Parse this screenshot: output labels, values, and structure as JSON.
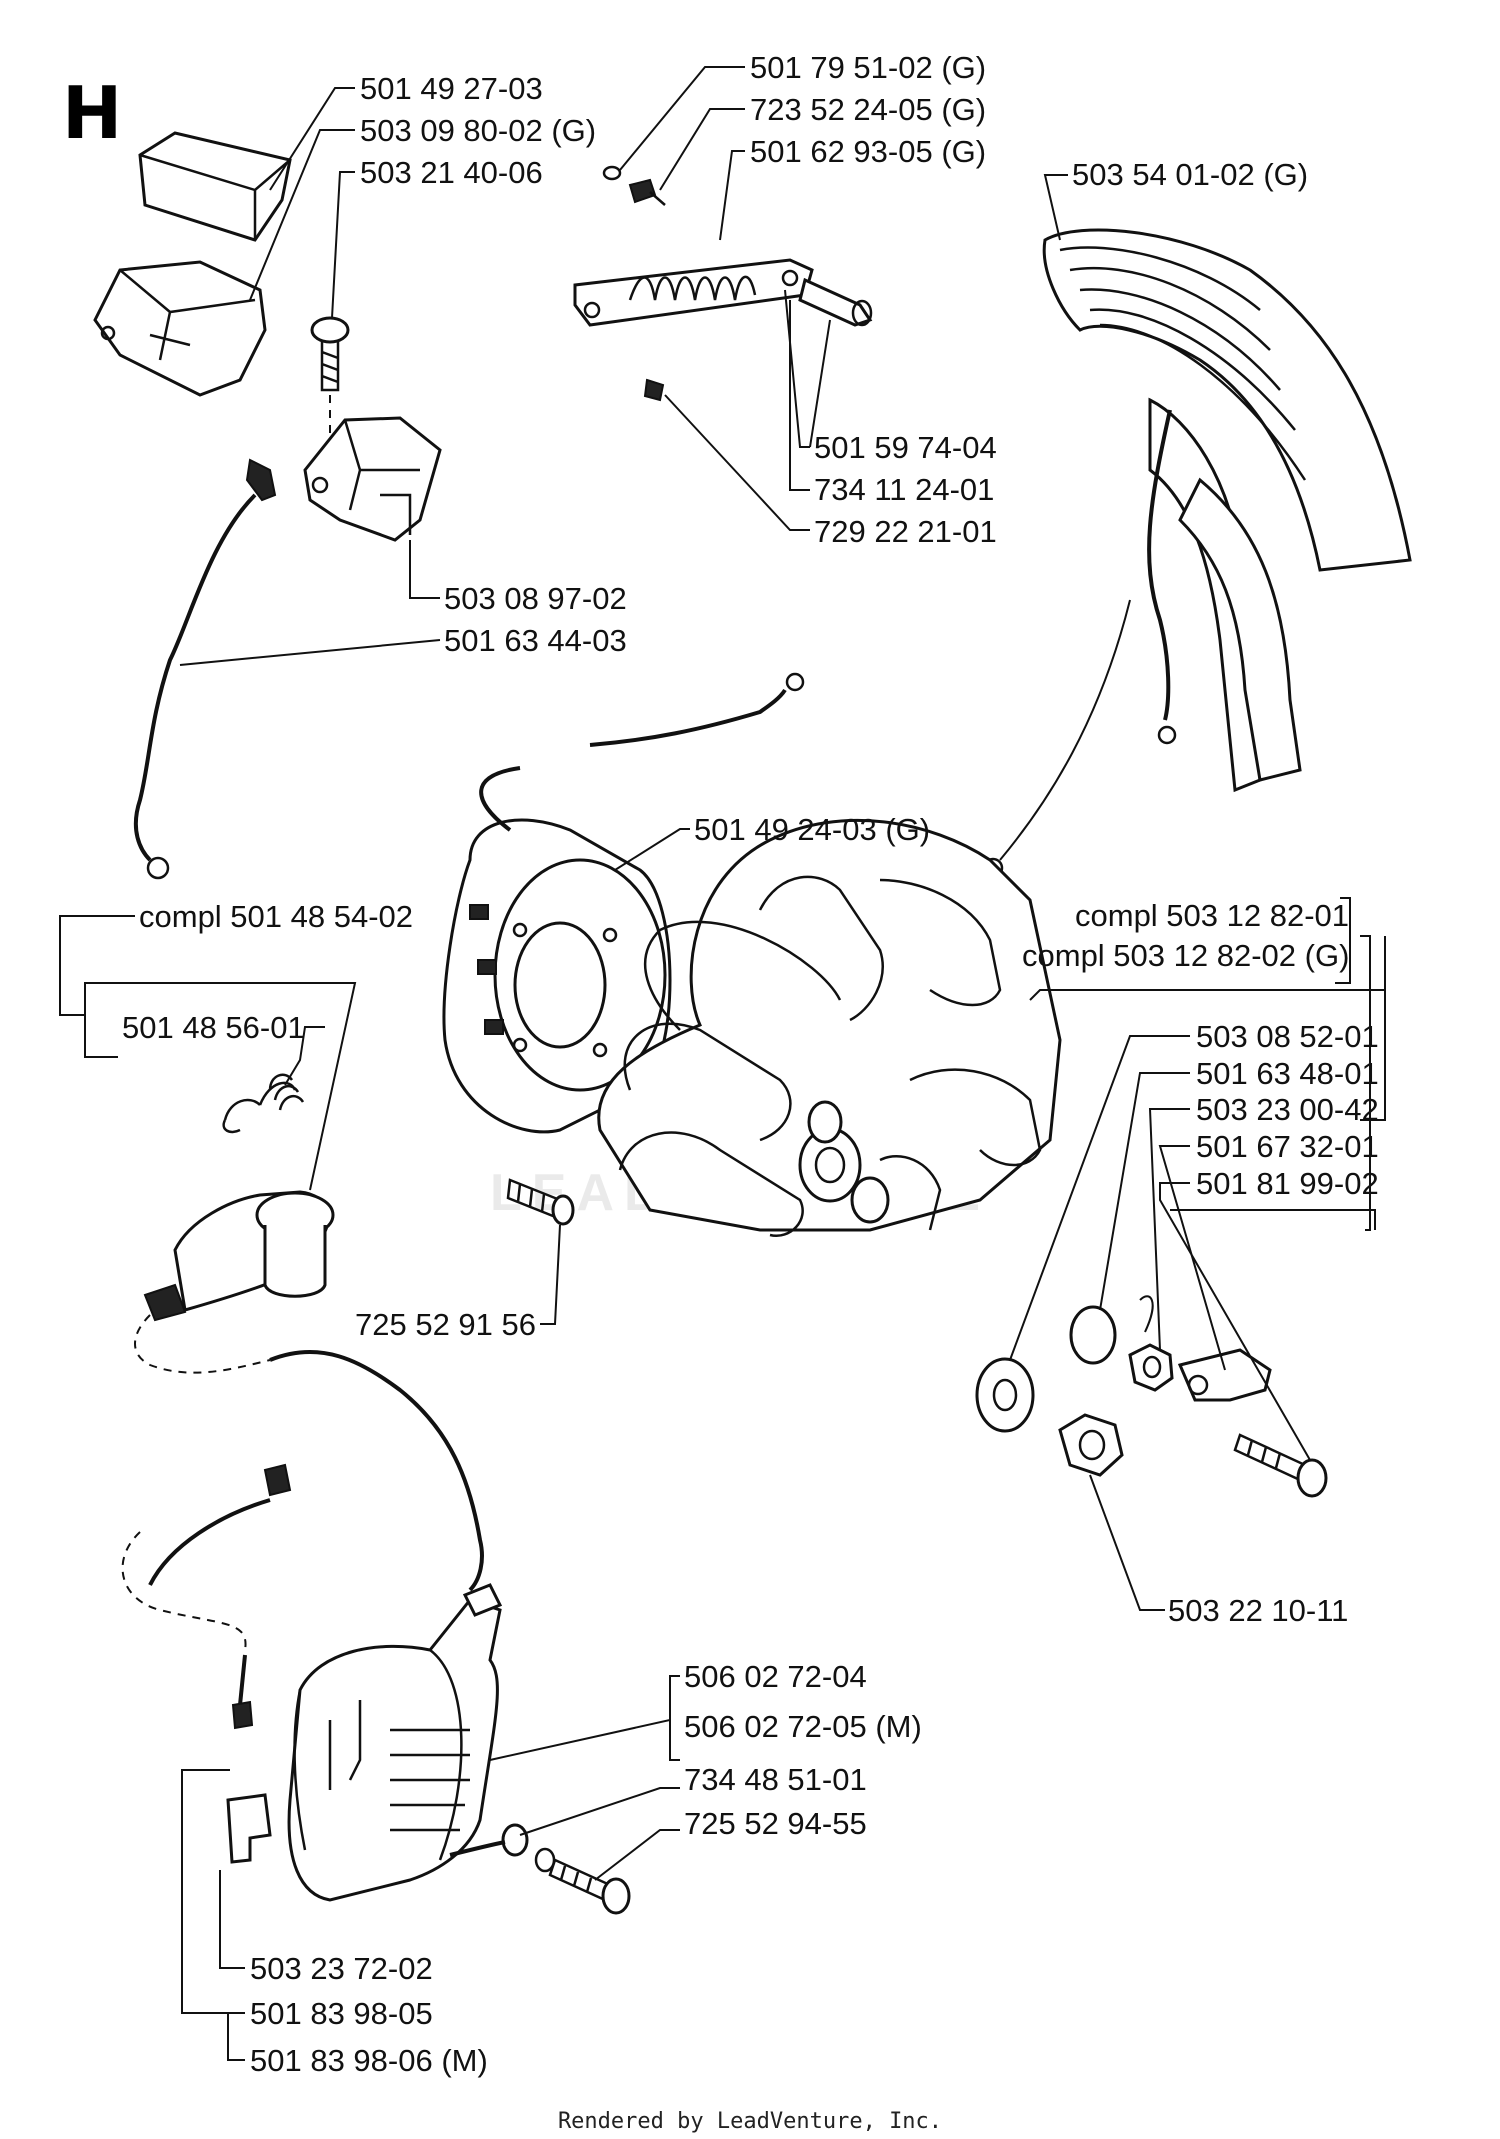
{
  "section_letter": "H",
  "labels": {
    "p_501_49_27_03": "501 49 27-03",
    "p_503_09_80_02": "503 09 80-02 (G)",
    "p_503_21_40_06": "503 21 40-06",
    "p_501_79_51_02": "501 79 51-02 (G)",
    "p_723_52_24_05": "723 52 24-05 (G)",
    "p_501_62_93_05": "501 62 93-05 (G)",
    "p_503_54_01_02": "503 54 01-02 (G)",
    "p_501_59_74_04": "501 59 74-04",
    "p_734_11_24_01": "734 11 24-01",
    "p_729_22_21_01": "729 22 21-01",
    "p_503_08_97_02": "503 08 97-02",
    "p_501_63_44_03": "501 63 44-03",
    "p_501_49_24_03": "501 49 24-03 (G)",
    "p_compl_501_48_54_02": "compl 501 48 54-02",
    "p_501_48_56_01": "501 48 56-01",
    "p_compl_503_12_82_01": "compl 503 12 82-01",
    "p_compl_503_12_82_02": "compl 503 12 82-02 (G)",
    "p_503_08_52_01": "503 08 52-01",
    "p_501_63_48_01": "501 63 48-01",
    "p_503_23_00_42": "503 23 00-42",
    "p_501_67_32_01": "501 67 32-01",
    "p_501_81_99_02": "501 81 99-02",
    "p_725_52_91_56": "725 52 91 56",
    "p_503_22_10_11": "503 22 10-11",
    "p_506_02_72_04": "506 02 72-04",
    "p_506_02_72_05": "506 02 72-05 (M)",
    "p_734_48_51_01": "734 48 51-01",
    "p_725_52_94_55": "725 52 94-55",
    "p_503_23_72_02": "503 23 72-02",
    "p_501_83_98_05": "501 83 98-05",
    "p_501_83_98_06": "501 83 98-06 (M)"
  },
  "footer": "Rendered by LeadVenture, Inc.",
  "watermark": "LEADVENTURE"
}
